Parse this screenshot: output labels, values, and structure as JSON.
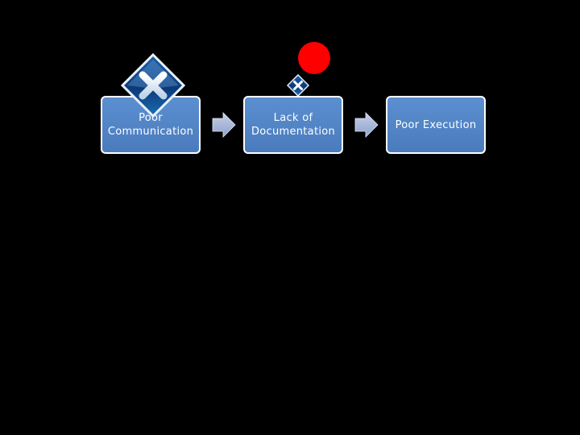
{
  "diagram": {
    "steps": [
      {
        "label": "Poor\nCommunication"
      },
      {
        "label": "Lack of\nDocumentation"
      },
      {
        "label": "Poor Execution"
      }
    ]
  },
  "icons": {
    "large": "delete-x-diamond-icon",
    "small": "delete-x-diamond-icon"
  },
  "colors": {
    "background": "#000000",
    "box_fill": "#4f81bd",
    "box_border": "#ffffff",
    "arrow": "#a7b6d8",
    "red_dot": "#ff0000"
  }
}
